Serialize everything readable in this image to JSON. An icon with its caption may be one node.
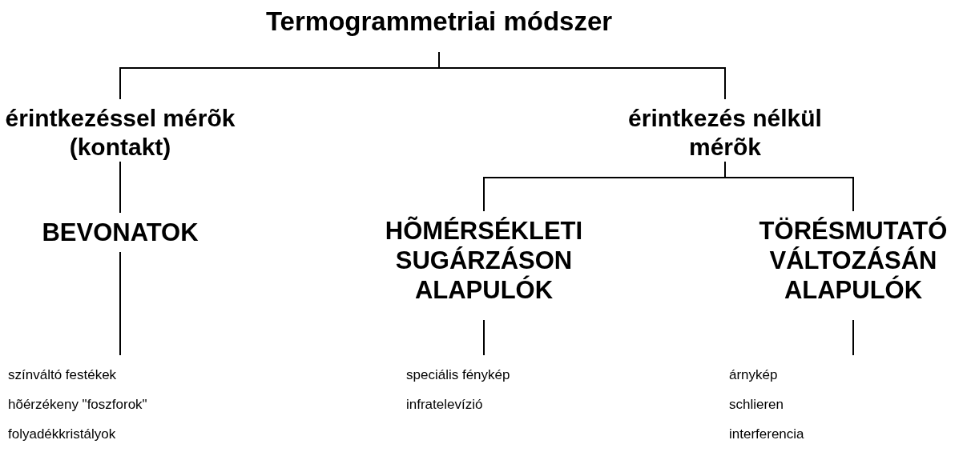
{
  "diagram": {
    "nodes": [
      {
        "text": [
          "Termogrammetriai módszer"
        ]
      },
      {
        "text": [
          "érintkezéssel mérõk (kontakt)"
        ]
      },
      {
        "text": [
          "érintkezés nélkül mérõk"
        ]
      },
      {
        "text": [
          "BEVONATOK"
        ]
      },
      {
        "text": [
          "HÕMÉRSÉKLETI SUGÁRZÁSON ALAPULÓK"
        ]
      },
      {
        "text": [
          "TÖRÉSMUTATÓ VÁLTOZÁSÁN ALAPULÓK"
        ]
      },
      {
        "text": [
          "színváltó festékek",
          "hõérzékeny \"foszforok\"",
          "folyadékkristályok"
        ]
      },
      {
        "text": [
          "speciális fénykép",
          "infratelevízió"
        ]
      },
      {
        "text": [
          "árnykép",
          "schlieren",
          "interferencia"
        ]
      }
    ],
    "edges": [
      {
        "from": 0,
        "to": 1,
        "arrow": "none"
      },
      {
        "from": 0,
        "to": 2,
        "arrow": "none"
      },
      {
        "from": 1,
        "to": 3,
        "arrow": "none"
      },
      {
        "from": 2,
        "to": 4,
        "arrow": "none"
      },
      {
        "from": 2,
        "to": 5,
        "arrow": "none"
      },
      {
        "from": 3,
        "to": 6,
        "arrow": "none"
      },
      {
        "from": 4,
        "to": 7,
        "arrow": "none"
      },
      {
        "from": 5,
        "to": 8,
        "arrow": "none"
      }
    ]
  }
}
